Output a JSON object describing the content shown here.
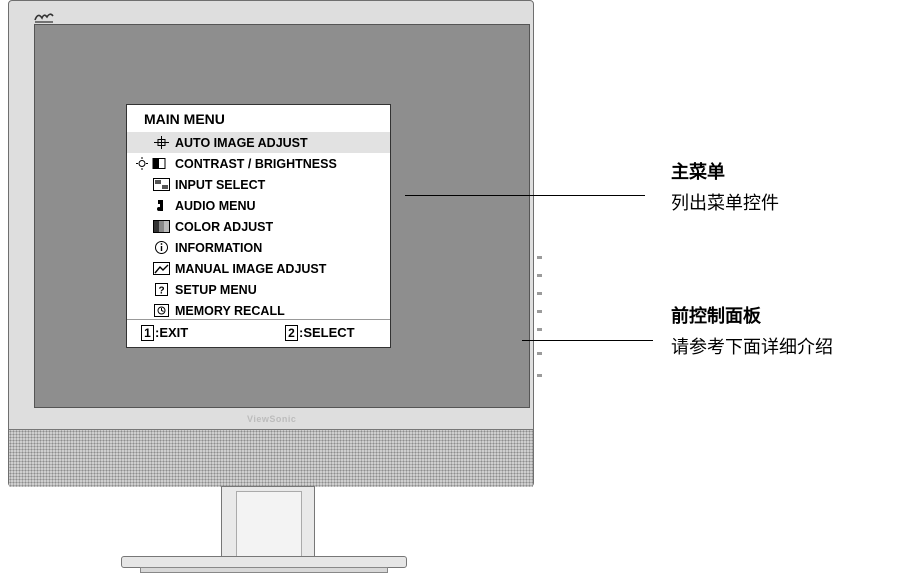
{
  "osd": {
    "title": "MAIN MENU",
    "items": [
      {
        "label": "AUTO IMAGE ADJUST",
        "icon": "crosshair-icon",
        "selected": true
      },
      {
        "label": "CONTRAST / BRIGHTNESS",
        "icon": "sun-contrast-icon",
        "selected": false
      },
      {
        "label": "INPUT SELECT",
        "icon": "input-icon",
        "selected": false
      },
      {
        "label": "AUDIO MENU",
        "icon": "speaker-icon",
        "selected": false
      },
      {
        "label": "COLOR ADJUST",
        "icon": "color-bars-icon",
        "selected": false
      },
      {
        "label": "INFORMATION",
        "icon": "info-icon",
        "selected": false
      },
      {
        "label": "MANUAL IMAGE ADJUST",
        "icon": "image-adjust-icon",
        "selected": false
      },
      {
        "label": "SETUP MENU",
        "icon": "question-icon",
        "selected": false
      },
      {
        "label": "MEMORY RECALL",
        "icon": "memory-icon",
        "selected": false
      }
    ],
    "footer": {
      "exit_key": "1",
      "exit_label": ":EXIT",
      "select_key": "2",
      "select_label": ":SELECT"
    }
  },
  "monitor": {
    "brand": "ViewSonic"
  },
  "callouts": {
    "main_menu": {
      "title": "主菜单",
      "desc": "列出菜单控件"
    },
    "front_panel": {
      "title": "前控制面板",
      "desc": "请参考下面详细介绍"
    }
  }
}
